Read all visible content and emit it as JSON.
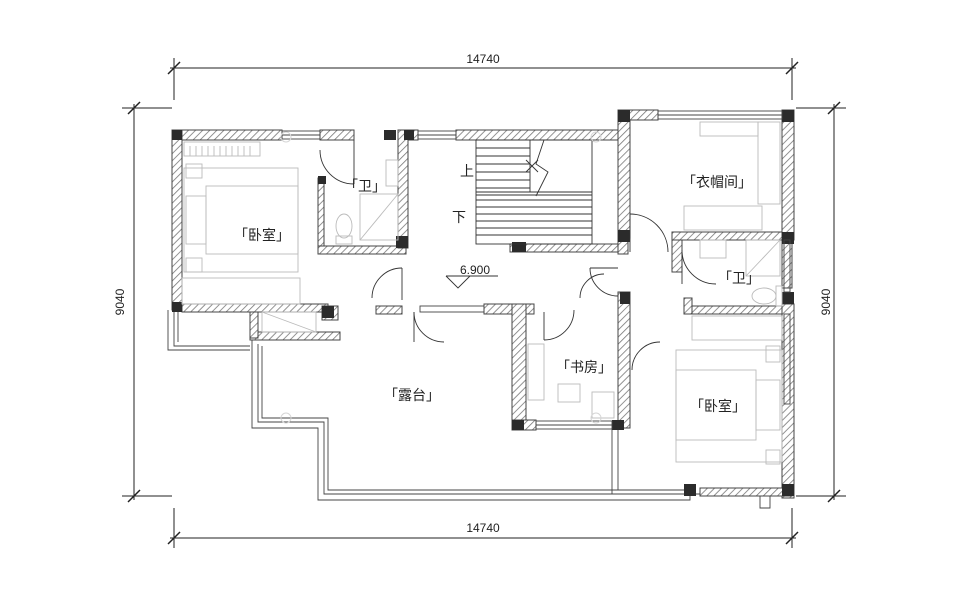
{
  "dimensions": {
    "top": "14740",
    "bottom": "14740",
    "left": "9040",
    "right": "9040"
  },
  "rooms": {
    "bedroom_left": "「卧室」",
    "bath_left": "「卫」",
    "closet": "「衣帽间」",
    "bath_right": "「卫」",
    "terrace": "「露台」",
    "study": "「书房」",
    "bedroom_right": "「卧室」"
  },
  "stairs": {
    "up": "上",
    "down": "下"
  },
  "level": "6.900",
  "colors": {
    "wall": "#555555",
    "column": "#2b2b2b",
    "line": "#222222",
    "furniture": "#bbbbbb",
    "watermark": "#d6d6d6"
  }
}
